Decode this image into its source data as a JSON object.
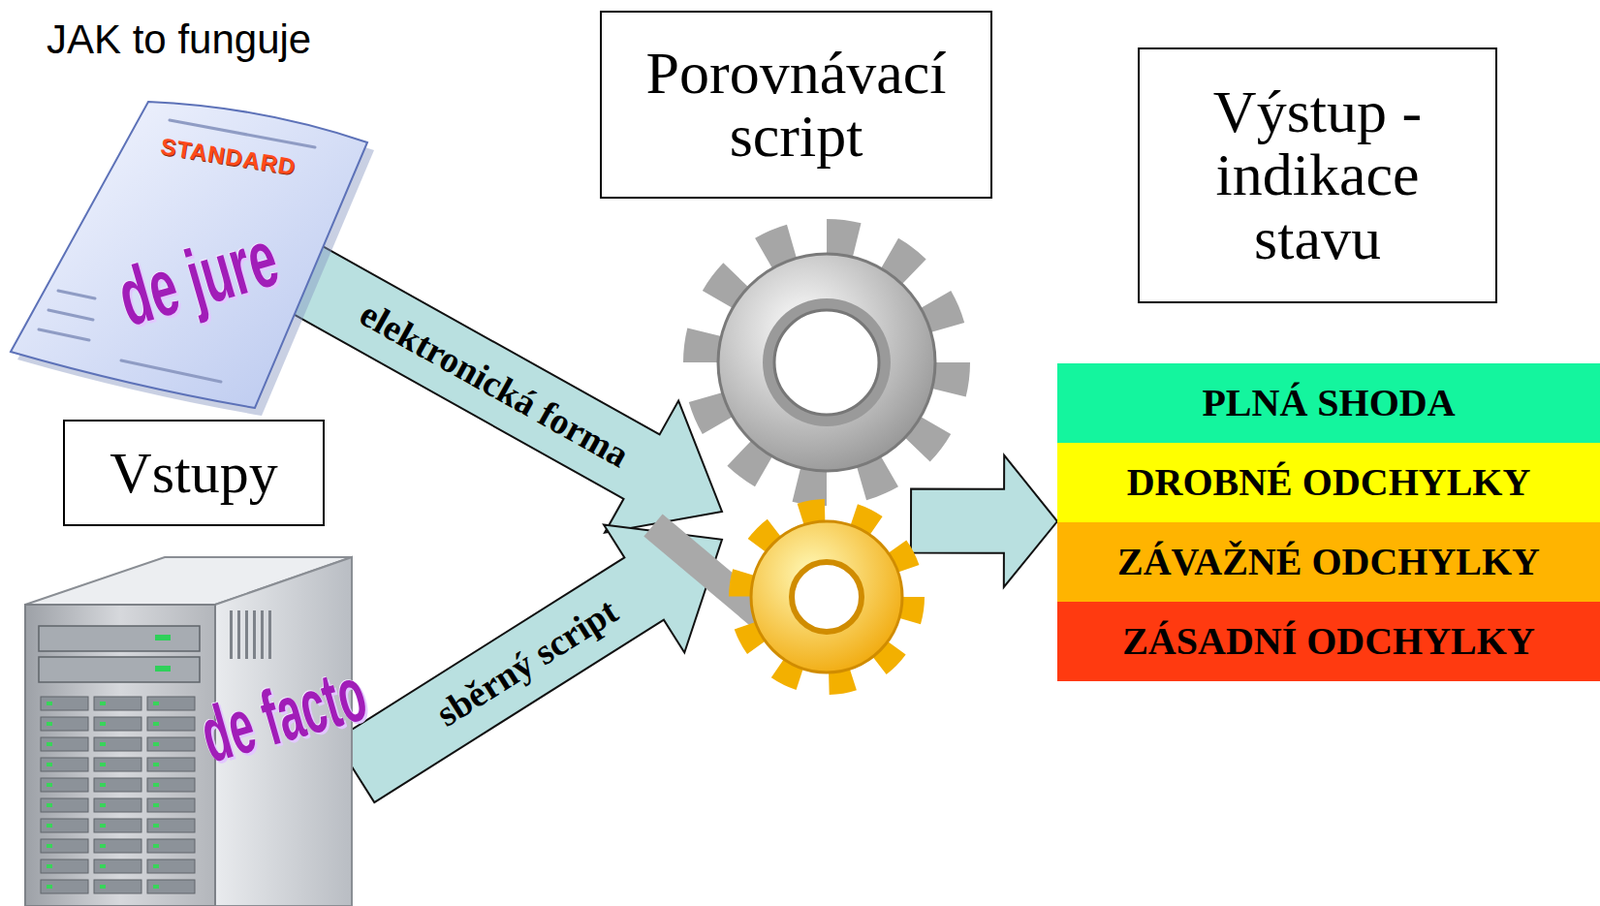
{
  "diagram": {
    "title": "JAK to funguje",
    "nodes": [
      {
        "text": [
          "STANDARD",
          "de jure"
        ]
      },
      {
        "text": [
          "Vstupy"
        ]
      },
      {
        "text": [
          "de facto"
        ]
      },
      {
        "text": [
          "Porovnávací script"
        ]
      },
      {
        "text": [
          "Výstup - indikace stavu"
        ]
      },
      {
        "text": [
          "PLNÁ SHODA"
        ],
        "in": 4
      },
      {
        "text": [
          "DROBNÉ ODCHYLKY"
        ],
        "in": 4
      },
      {
        "text": [
          "ZÁVAŽNÉ ODCHYLKY"
        ],
        "in": 4
      },
      {
        "text": [
          "ZÁSADNÍ ODCHYLKY"
        ],
        "in": 4
      }
    ],
    "edges": [
      {
        "from": 0,
        "to": 3,
        "label": "elektronická forma",
        "arrow": "to"
      },
      {
        "from": 2,
        "to": 3,
        "label": "sběrný script",
        "arrow": "to"
      },
      {
        "from": 3,
        "to": 4,
        "arrow": "to"
      }
    ]
  }
}
